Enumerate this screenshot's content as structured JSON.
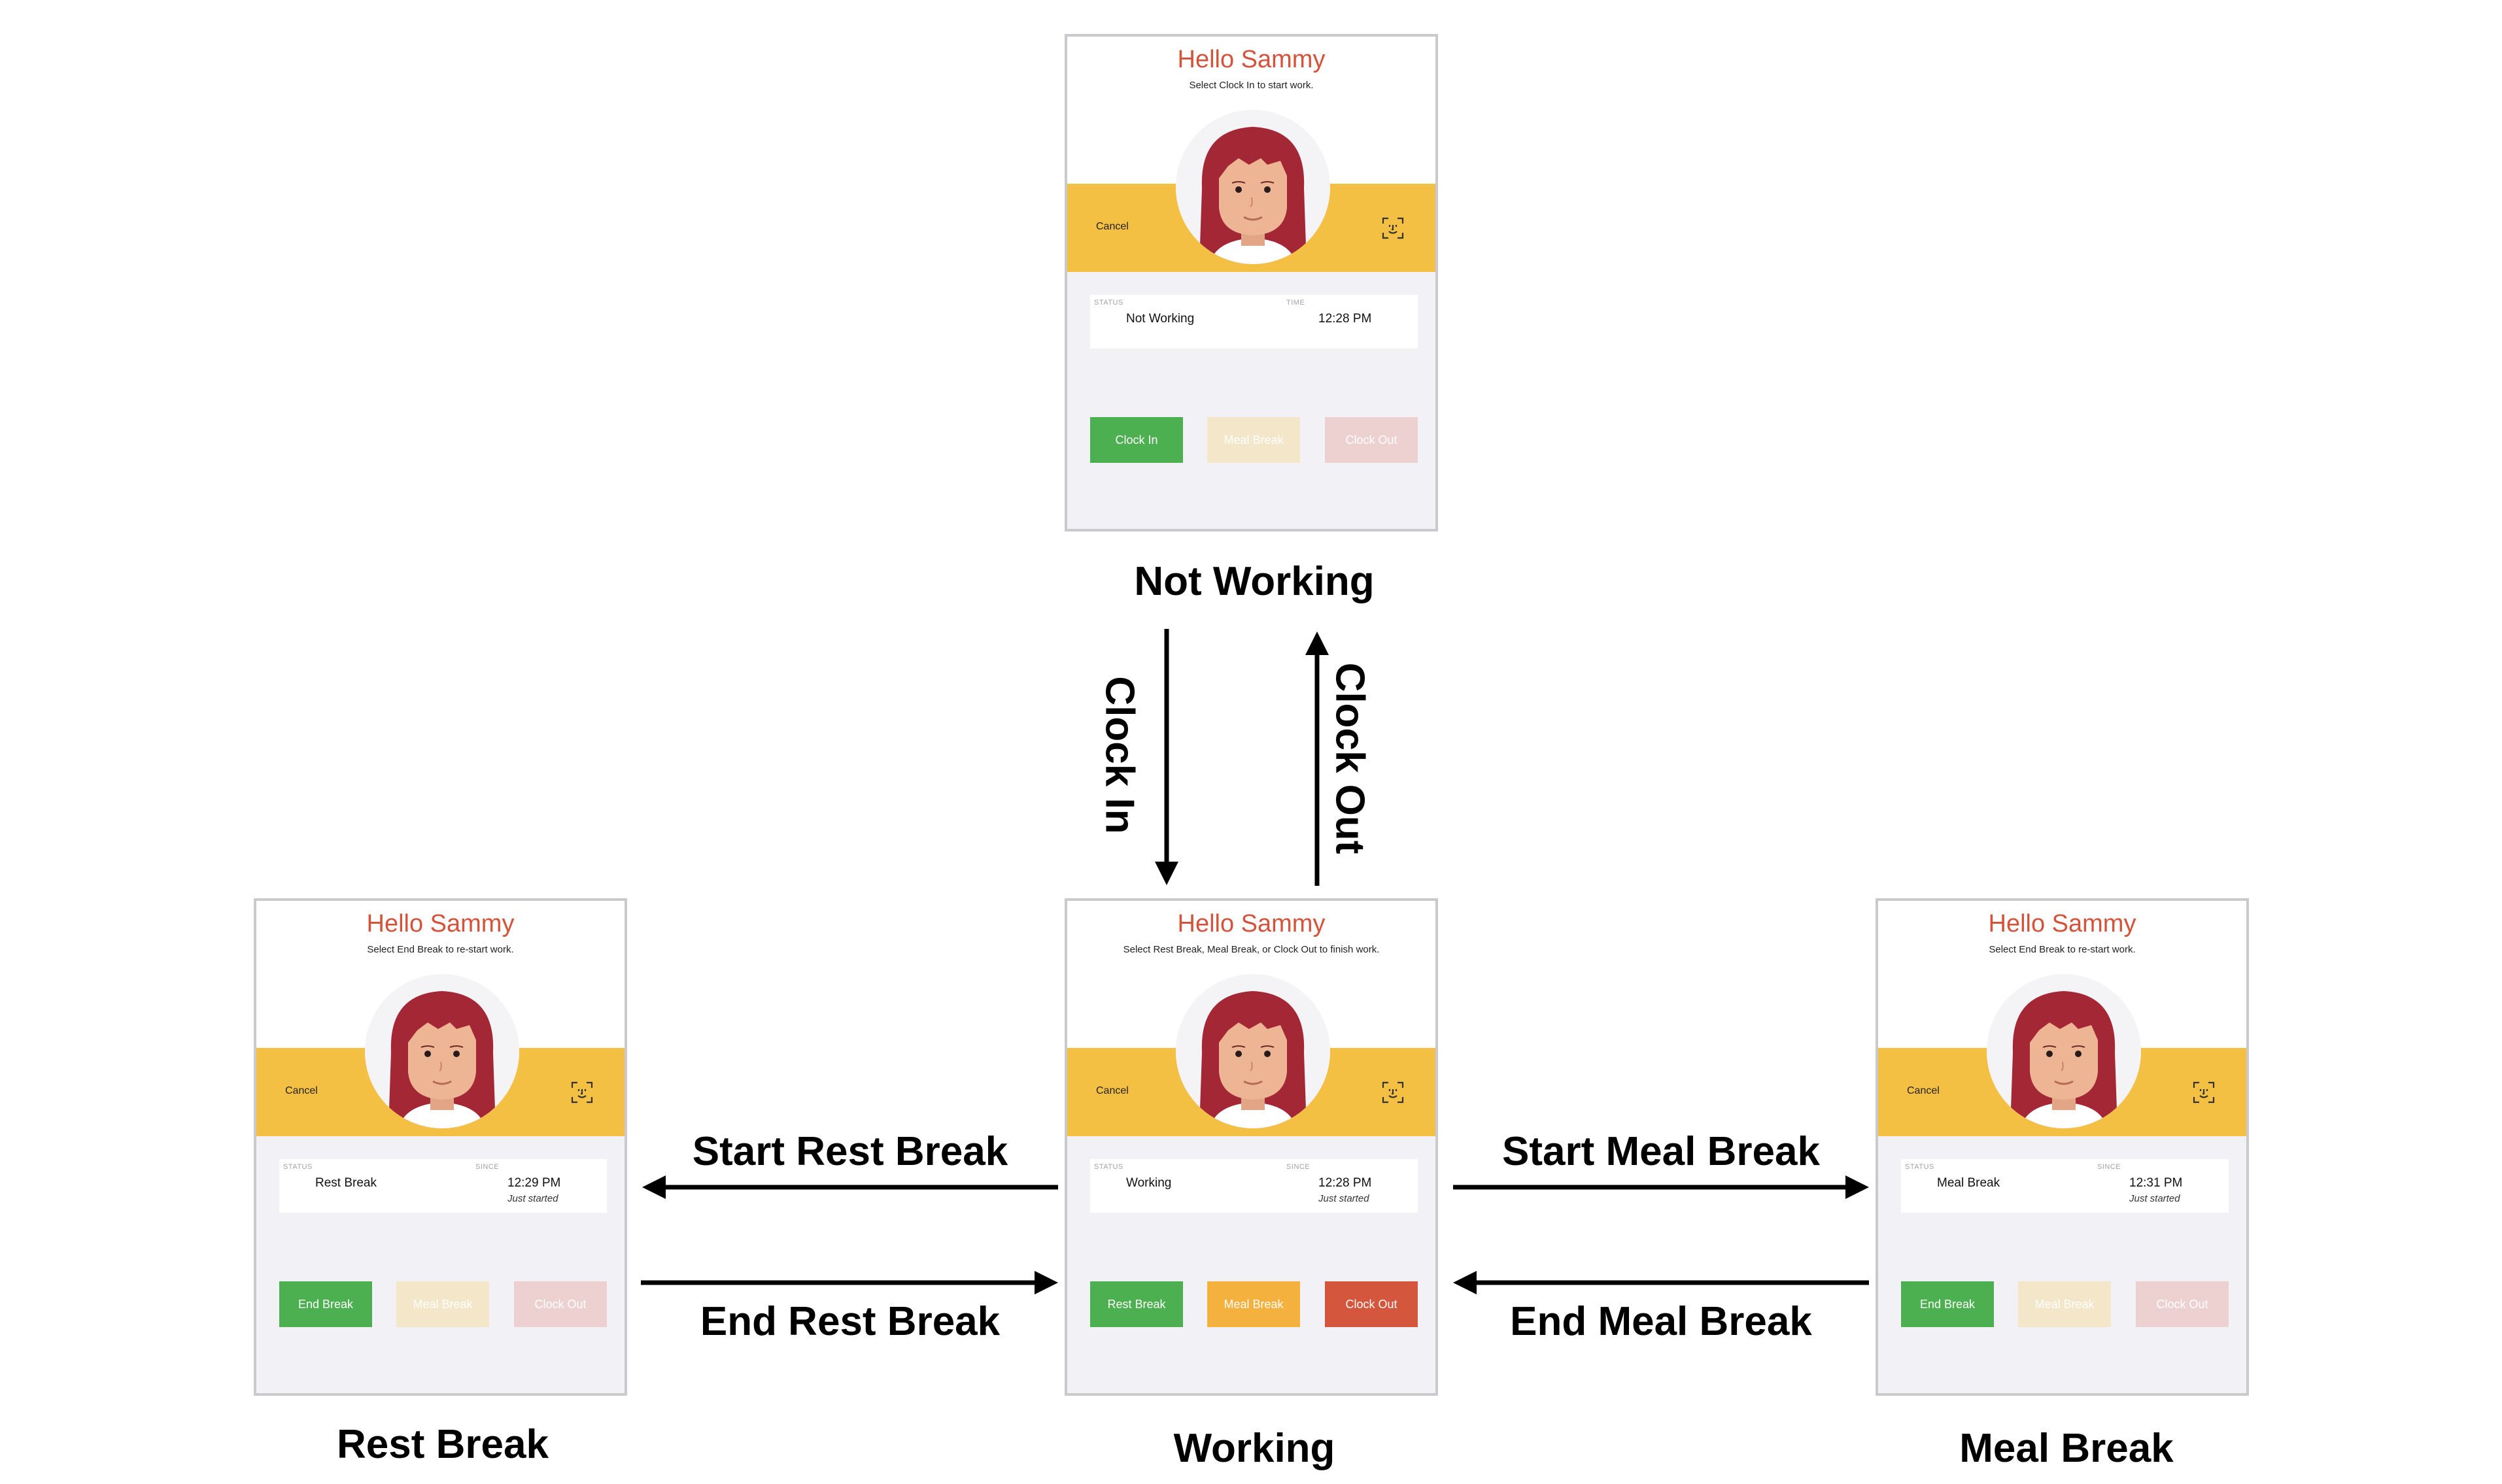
{
  "user_name_greeting": "Hello Sammy",
  "common": {
    "cancel": "Cancel"
  },
  "colors": {
    "accent_text": "#d4533a",
    "band": "#f4c043",
    "green": "#4caf50",
    "yellow": "#f4b13d",
    "red": "#d4563c"
  },
  "states": [
    {
      "id": "not-working",
      "title": "Not Working",
      "greeting": "Hello Sammy",
      "instruction": "Select Clock In to start work.",
      "status_label": "STATUS",
      "time_label": "TIME",
      "status": "Not Working",
      "time": "12:28 PM",
      "sub": "",
      "buttons": [
        {
          "label": "Clock In",
          "enabled": true,
          "color": "green"
        },
        {
          "label": "Meal Break",
          "enabled": false,
          "color": "yellow"
        },
        {
          "label": "Clock Out",
          "enabled": false,
          "color": "red"
        }
      ]
    },
    {
      "id": "rest-break",
      "title": "Rest Break",
      "greeting": "Hello Sammy",
      "instruction": "Select End Break to re-start work.",
      "status_label": "STATUS",
      "time_label": "SINCE",
      "status": "Rest Break",
      "time": "12:29 PM",
      "sub": "Just started",
      "buttons": [
        {
          "label": "End Break",
          "enabled": true,
          "color": "green"
        },
        {
          "label": "Meal Break",
          "enabled": false,
          "color": "yellow"
        },
        {
          "label": "Clock Out",
          "enabled": false,
          "color": "red"
        }
      ]
    },
    {
      "id": "working",
      "title": "Working",
      "greeting": "Hello Sammy",
      "instruction": "Select Rest Break, Meal Break, or Clock Out to finish work.",
      "status_label": "STATUS",
      "time_label": "SINCE",
      "status": "Working",
      "time": "12:28 PM",
      "sub": "Just started",
      "buttons": [
        {
          "label": "Rest Break",
          "enabled": true,
          "color": "green"
        },
        {
          "label": "Meal Break",
          "enabled": true,
          "color": "yellow"
        },
        {
          "label": "Clock Out",
          "enabled": true,
          "color": "red"
        }
      ]
    },
    {
      "id": "meal-break",
      "title": "Meal Break",
      "greeting": "Hello Sammy",
      "instruction": "Select End Break to re-start work.",
      "status_label": "STATUS",
      "time_label": "SINCE",
      "status": "Meal Break",
      "time": "12:31 PM",
      "sub": "Just started",
      "buttons": [
        {
          "label": "End Break",
          "enabled": true,
          "color": "green"
        },
        {
          "label": "Meal Break",
          "enabled": false,
          "color": "yellow"
        },
        {
          "label": "Clock Out",
          "enabled": false,
          "color": "red"
        }
      ]
    }
  ],
  "transitions": {
    "clock_in": "Clock In",
    "clock_out": "Clock Out",
    "start_rest_break": "Start Rest Break",
    "end_rest_break": "End Rest Break",
    "start_meal_break": "Start Meal Break",
    "end_meal_break": "End Meal Break"
  }
}
